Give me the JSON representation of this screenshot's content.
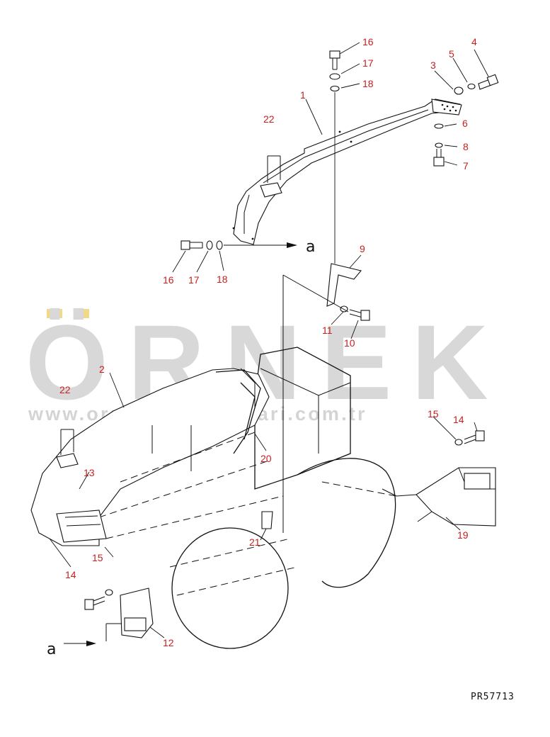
{
  "watermark": {
    "brand": "ÖRNEK",
    "url": "www.ornekismakinalari.com.tr"
  },
  "reference_arrow": "a",
  "drawing_code": "PR57713",
  "callouts": [
    "1",
    "2",
    "3",
    "4",
    "5",
    "6",
    "7",
    "8",
    "9",
    "10",
    "11",
    "12",
    "13",
    "14",
    "15",
    "16",
    "17",
    "18",
    "19",
    "20",
    "21",
    "22"
  ],
  "colors": {
    "callout_text": "#c81e1e",
    "line": "#111111",
    "watermark": "#d8d8d8",
    "watermark_accent": "#f2d98a"
  }
}
